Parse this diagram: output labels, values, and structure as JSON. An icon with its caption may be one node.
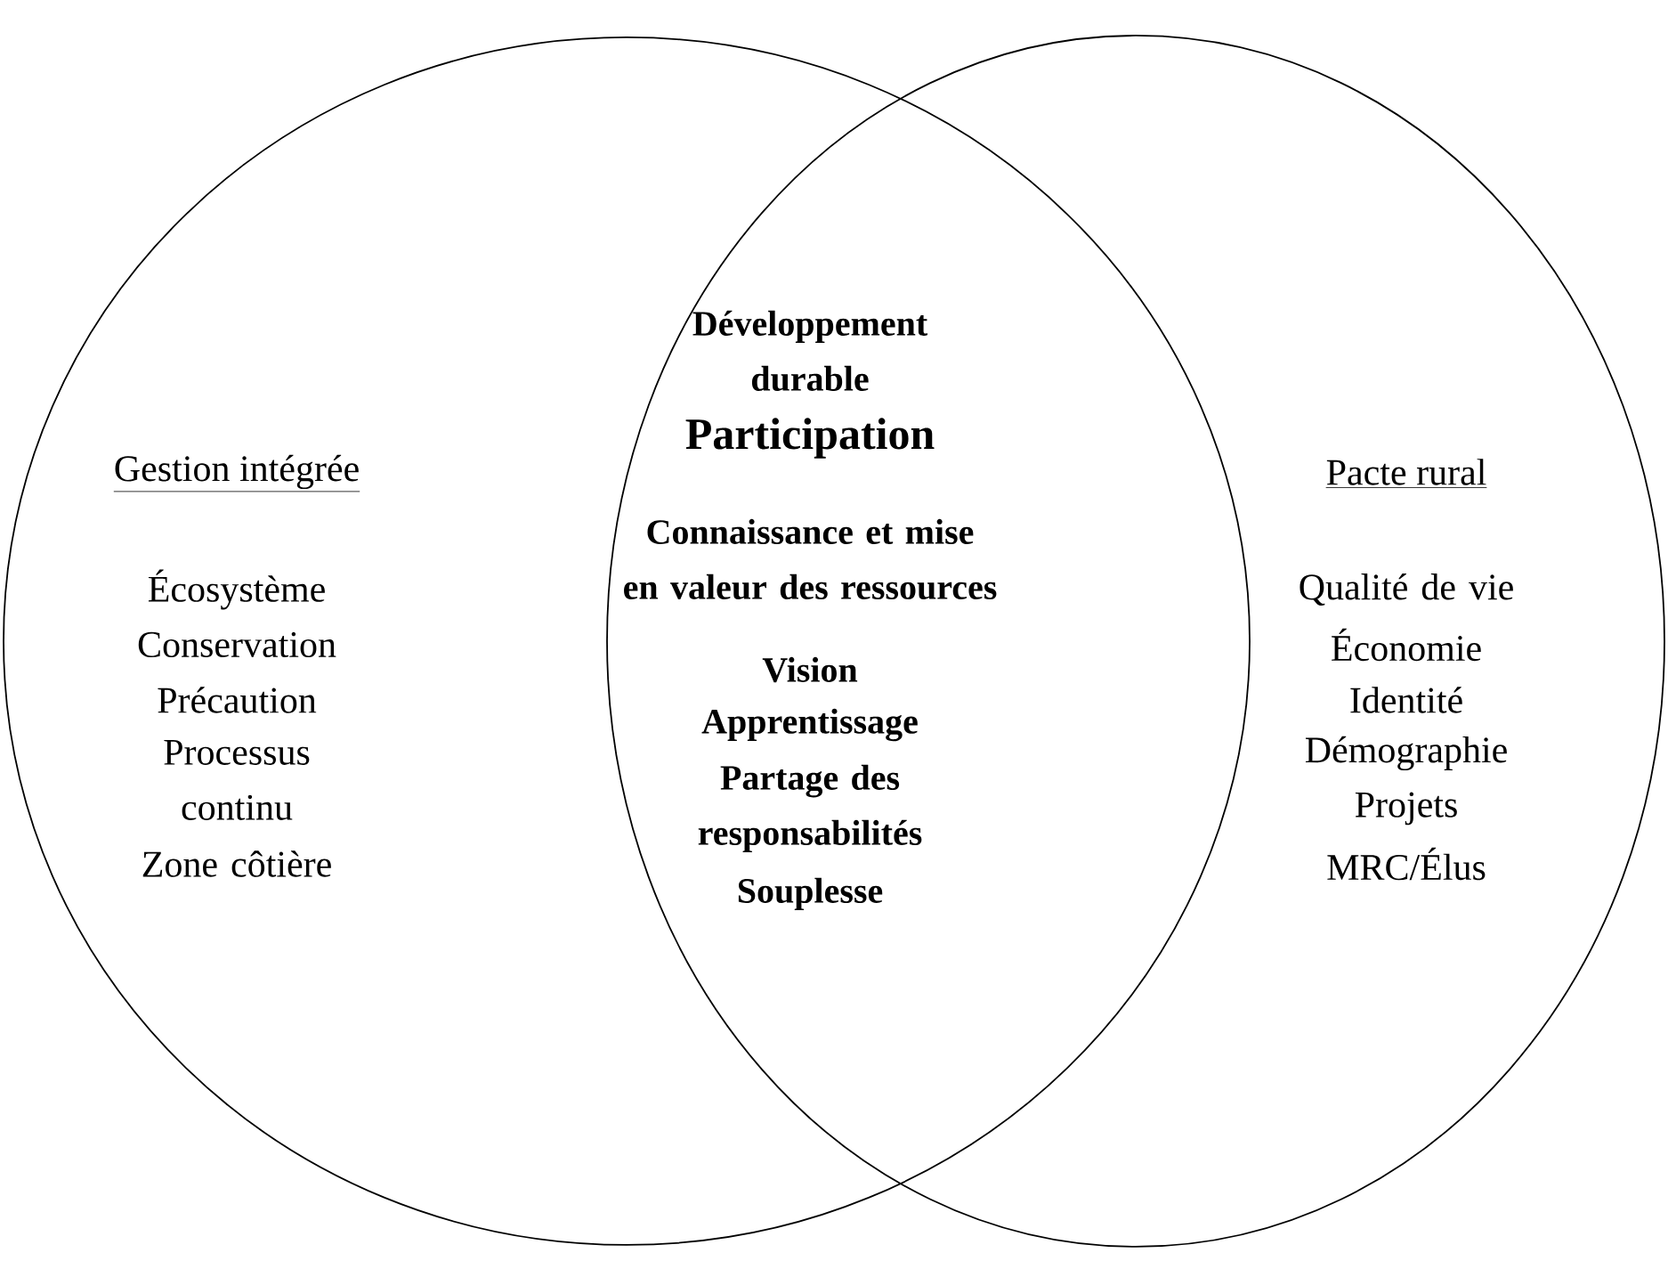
{
  "diagram": {
    "nodes": [
      {
        "text": [
          "Gestion intégrée",
          "Écosystème",
          "Conservation",
          "Précaution",
          "Processus continu",
          "Zone côtière"
        ]
      },
      {
        "text": [
          "Pacte rural",
          "Qualité de vie",
          "Économie",
          "Identité",
          "Démographie",
          "Projets",
          "MRC/Élus"
        ]
      }
    ],
    "labels": [
      "Développement durable",
      "Participation",
      "Connaissance et mise en valeur des ressources",
      "Vision",
      "Apprentissage",
      "Partage des responsabilités",
      "Souplesse"
    ]
  }
}
